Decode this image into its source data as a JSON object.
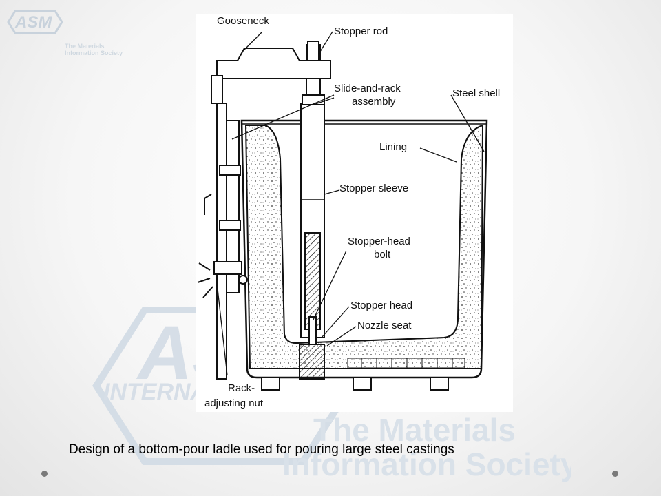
{
  "watermark": {
    "logo_text": "ASM",
    "logo_subtext": "INTERNATIONAL",
    "society_line1": "The Materials",
    "society_line2": "Information Society"
  },
  "diagram": {
    "labels": {
      "gooseneck": "Gooseneck",
      "stopper_rod": "Stopper rod",
      "slide_rack_1": "Slide-and-rack",
      "slide_rack_2": "assembly",
      "steel_shell": "Steel shell",
      "lining": "Lining",
      "stopper_sleeve": "Stopper sleeve",
      "stopper_head_bolt_1": "Stopper-head",
      "stopper_head_bolt_2": "bolt",
      "stopper_head": "Stopper head",
      "nozzle_seat": "Nozzle seat",
      "rack_nut_1": "Rack-",
      "rack_nut_2": "adjusting nut"
    }
  },
  "caption": "Design of a bottom-pour ladle used for pouring large steel castings"
}
